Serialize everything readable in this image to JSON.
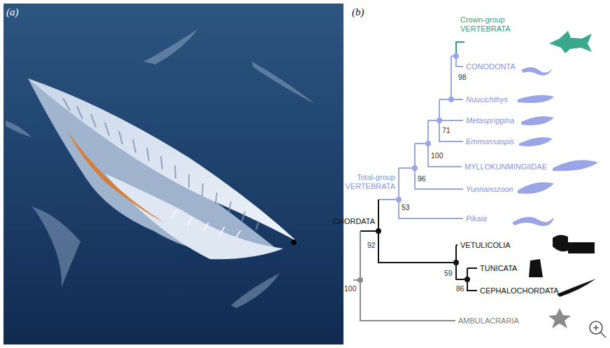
{
  "diagram": {
    "labels": [
      "(a)",
      "(b)",
      "Crown-group VERTEBRATA",
      "98",
      "CONODONTA",
      "Nuucichthys",
      "71",
      "Metaspriggina",
      "100",
      "Emmonsaspis",
      "96",
      "MYLLOKUNMINGIIDAE",
      "Total-group VERTEBRATA",
      "53",
      "Yunnanozoon",
      "Pikaia",
      "CHORDATA",
      "92",
      "VETULICOLIA",
      "59",
      "TUNICATA",
      "86",
      "CEPHALOCHORDATA",
      "100",
      "AMBULACRARIA"
    ]
  }
}
